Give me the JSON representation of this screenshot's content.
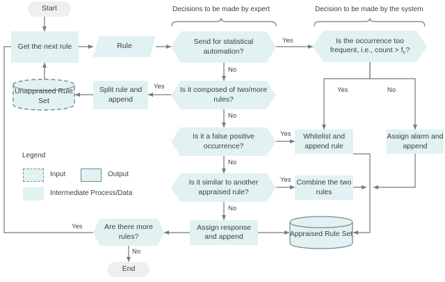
{
  "diagram": {
    "title_groups": [
      {
        "id": "expert",
        "label": "Decisions to be made by expert"
      },
      {
        "id": "system",
        "label": "Decision to be made by the system"
      }
    ],
    "nodes": {
      "start": {
        "label": "Start",
        "shape": "terminator"
      },
      "get_next_rule": {
        "label": "Get the next rule",
        "shape": "process"
      },
      "rule": {
        "label": "Rule",
        "shape": "data"
      },
      "send_stat": {
        "label": "Send for statistical automation?",
        "shape": "decision"
      },
      "occurrence": {
        "line1": "Is the occurrence too",
        "line2_a": "frequent, i.e., count > f",
        "line2_sub": "c",
        "line2_b": "?",
        "shape": "decision"
      },
      "composed": {
        "label": "Is it composed of two/more rules?",
        "shape": "decision"
      },
      "split_rule": {
        "label": "Split rule and append",
        "shape": "process"
      },
      "unappraised": {
        "label": "Unappraised Rule Set",
        "shape": "database-dashed"
      },
      "false_positive": {
        "label": "Is it a false positive occurrence?",
        "shape": "decision"
      },
      "whitelist": {
        "label": "Whitelist and append rule",
        "shape": "process"
      },
      "assign_alarm": {
        "label": "Assign alarm and append",
        "shape": "process"
      },
      "similar": {
        "label": "Is it similar to another appraised rule?",
        "shape": "decision"
      },
      "combine": {
        "label": "Combine the two rules",
        "shape": "process"
      },
      "assign_response": {
        "label": "Assign response and append",
        "shape": "process"
      },
      "appraised": {
        "label": "Appraised Rule Set",
        "shape": "database"
      },
      "more_rules": {
        "label": "Are there more rules?",
        "shape": "decision"
      },
      "end": {
        "label": "End",
        "shape": "terminator"
      }
    },
    "edge_labels": {
      "send_stat_yes": "Yes",
      "send_stat_no": "No",
      "occurrence_yes": "Yes",
      "occurrence_no": "No",
      "composed_yes": "Yes",
      "composed_no": "No",
      "false_positive_yes": "Yes",
      "false_positive_no": "No",
      "similar_yes": "Yes",
      "similar_no": "No",
      "more_rules_yes": "Yes",
      "more_rules_no": "No"
    },
    "legend": {
      "title": "Legend",
      "items": [
        {
          "id": "input",
          "label": "Input",
          "style": "dashed-border"
        },
        {
          "id": "output",
          "label": "Output",
          "style": "solid-border"
        },
        {
          "id": "intermediate",
          "label": "Intermediate Process/Data",
          "style": "fill-only"
        }
      ]
    },
    "colors": {
      "node_fill": "#e2f1f1",
      "terminator_fill": "#efefef",
      "border": "#6f8b8b",
      "connector": "#767b7c",
      "text": "#3c4043",
      "background": "#ffffff"
    }
  }
}
